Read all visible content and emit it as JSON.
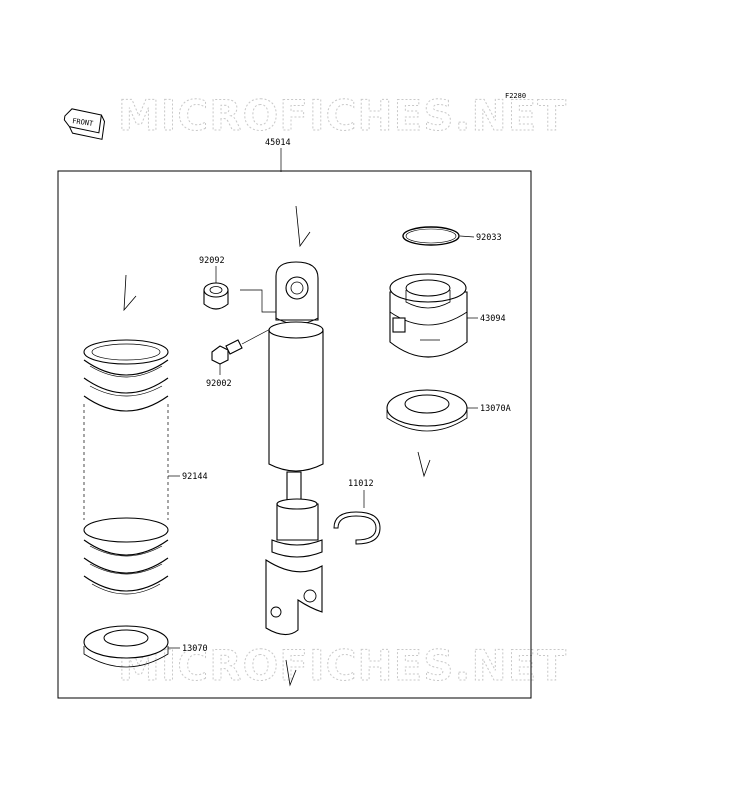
{
  "diagram": {
    "code": "F2280",
    "front_label": "FRONT",
    "assembly_number": "45014",
    "watermark": "MICROFICHES.NET",
    "parts": {
      "p92033": "92033",
      "p43094": "43094",
      "p13070A": "13070A",
      "p11012": "11012",
      "p92092": "92092",
      "p92002": "92002",
      "p92144": "92144",
      "p13070": "13070"
    }
  }
}
